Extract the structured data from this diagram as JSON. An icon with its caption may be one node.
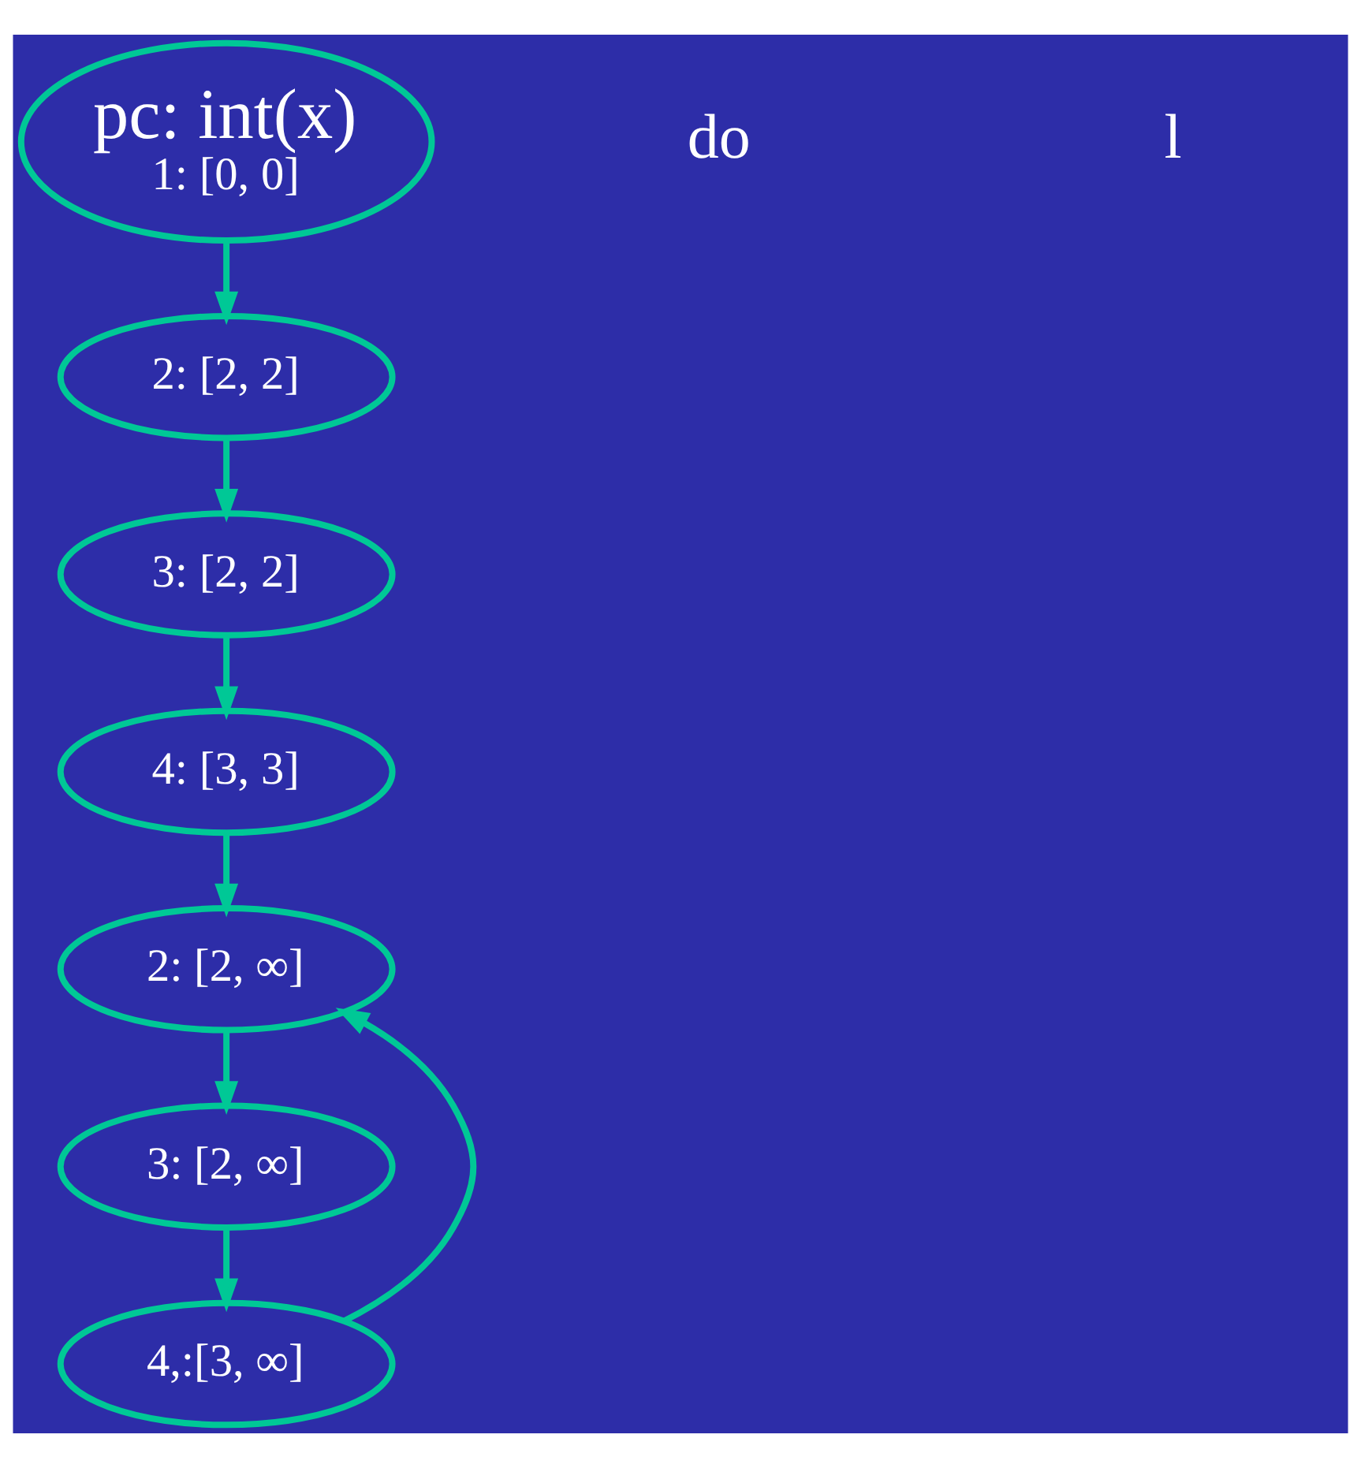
{
  "diagram": {
    "nodes": [
      {
        "text": [
          "pc: int(x)",
          "1: [0, 0]"
        ]
      },
      {
        "text": [
          "2: [2, 2]"
        ]
      },
      {
        "text": [
          "3: [2, 2]"
        ]
      },
      {
        "text": [
          "4: [3, 3]"
        ]
      },
      {
        "text": [
          "2: [2, ∞]"
        ]
      },
      {
        "text": [
          "3: [2, ∞]"
        ]
      },
      {
        "text": [
          "4,:[3, ∞]"
        ]
      }
    ],
    "edges": [
      {
        "from": 0,
        "to": 1,
        "arrow": "to"
      },
      {
        "from": 1,
        "to": 2,
        "arrow": "to"
      },
      {
        "from": 2,
        "to": 3,
        "arrow": "to"
      },
      {
        "from": 3,
        "to": 4,
        "arrow": "to"
      },
      {
        "from": 4,
        "to": 5,
        "arrow": "to"
      },
      {
        "from": 5,
        "to": 6,
        "arrow": "to"
      },
      {
        "from": 6,
        "to": 4,
        "arrow": "to"
      }
    ],
    "labels": [
      "do",
      "l"
    ]
  }
}
